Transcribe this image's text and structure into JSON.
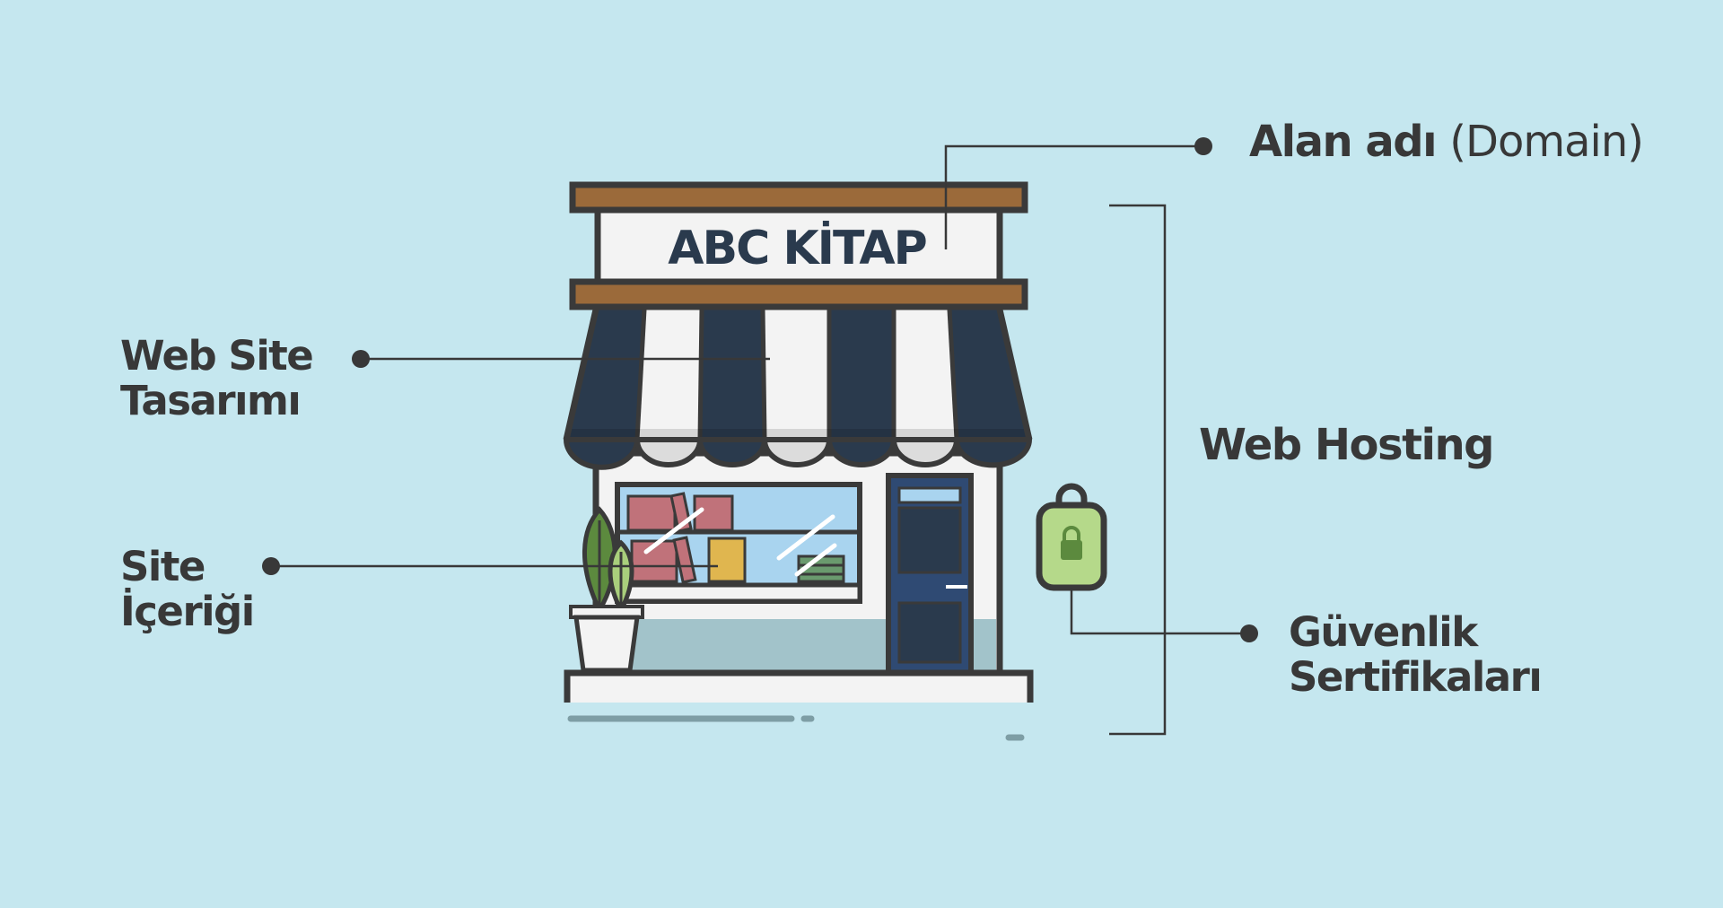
{
  "store": {
    "sign_text": "ABC KİTAP"
  },
  "labels": {
    "domain_main": "Alan adı",
    "domain_paren": "(Domain)",
    "site_design_line1": "Web Site",
    "site_design_line2": "Tasarımı",
    "web_hosting": "Web Hosting",
    "site_content_line1": "Site",
    "site_content_line2": "İçeriği",
    "security_line1": "Güvenlik",
    "security_line2": "Sertifikaları"
  },
  "colors": {
    "background": "#c5e7ef",
    "outline": "#3a3a3a",
    "awning_dark": "#2a3a4d",
    "awning_light": "#f3f3f3",
    "wood": "#9b6a3a",
    "window_glass": "#a9d4ef",
    "books_red": "#c0727a",
    "book_yellow": "#e0b64f",
    "lock_green": "#b5d98a",
    "plant_green": "#5c8a3e",
    "text": "#383838"
  },
  "icons": {
    "store": "storefront-illustration",
    "lock": "padlock-icon",
    "plant": "potted-plant-icon"
  }
}
